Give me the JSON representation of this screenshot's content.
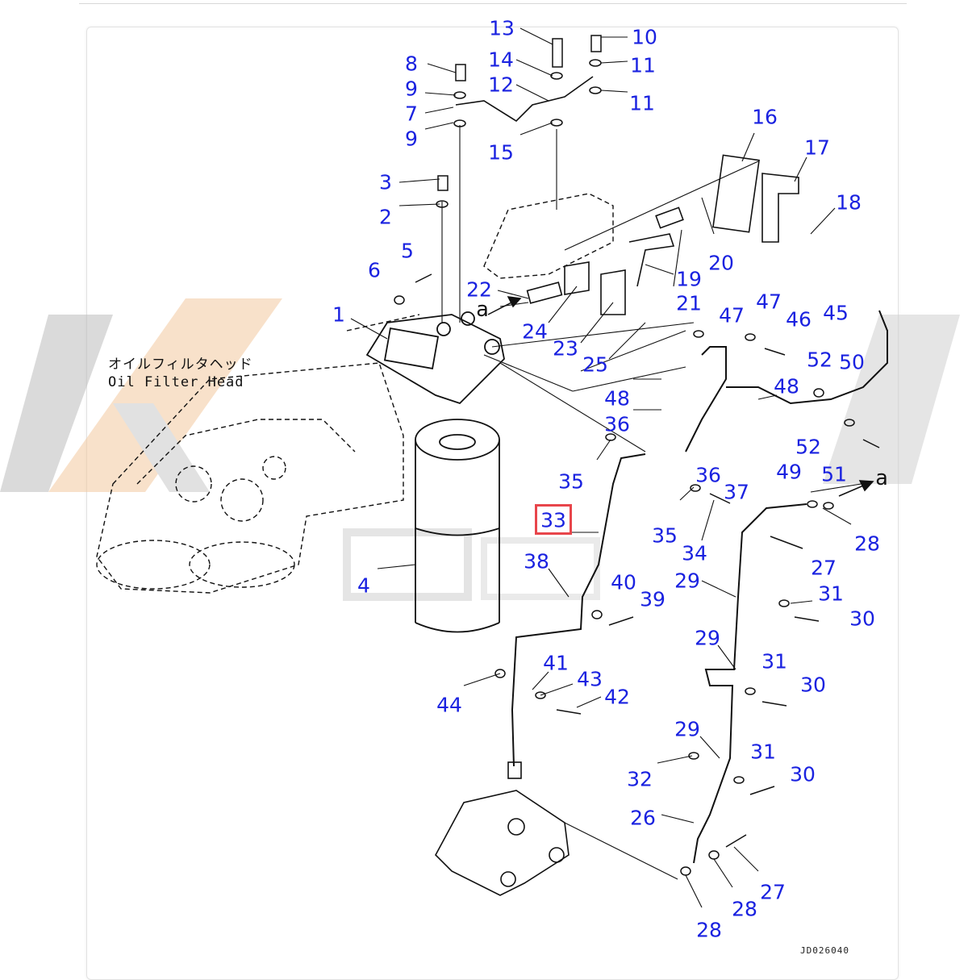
{
  "diagram": {
    "head_label_jp": "オイルフィルタヘッド",
    "head_label_en": "Oil Filter Head",
    "drawing_code": "JD026040",
    "highlighted_callout": "33",
    "highlight_color": "#e8454b",
    "callout_color": "#1a22e0",
    "reference_marks": [
      "a",
      "a"
    ],
    "callouts": [
      "13",
      "10",
      "8",
      "14",
      "11",
      "12",
      "9",
      "11",
      "7",
      "9",
      "15",
      "16",
      "17",
      "3",
      "2",
      "18",
      "5",
      "20",
      "6",
      "19",
      "22",
      "21",
      "47",
      "1",
      "45",
      "47",
      "46",
      "24",
      "23",
      "25",
      "52",
      "50",
      "48",
      "48",
      "36",
      "52",
      "49",
      "51",
      "35",
      "36",
      "37",
      "33",
      "28",
      "35",
      "34",
      "38",
      "27",
      "29",
      "40",
      "31",
      "4",
      "39",
      "30",
      "29",
      "41",
      "31",
      "43",
      "30",
      "44",
      "42",
      "29",
      "31",
      "30",
      "32",
      "26",
      "27",
      "28",
      "28"
    ]
  }
}
